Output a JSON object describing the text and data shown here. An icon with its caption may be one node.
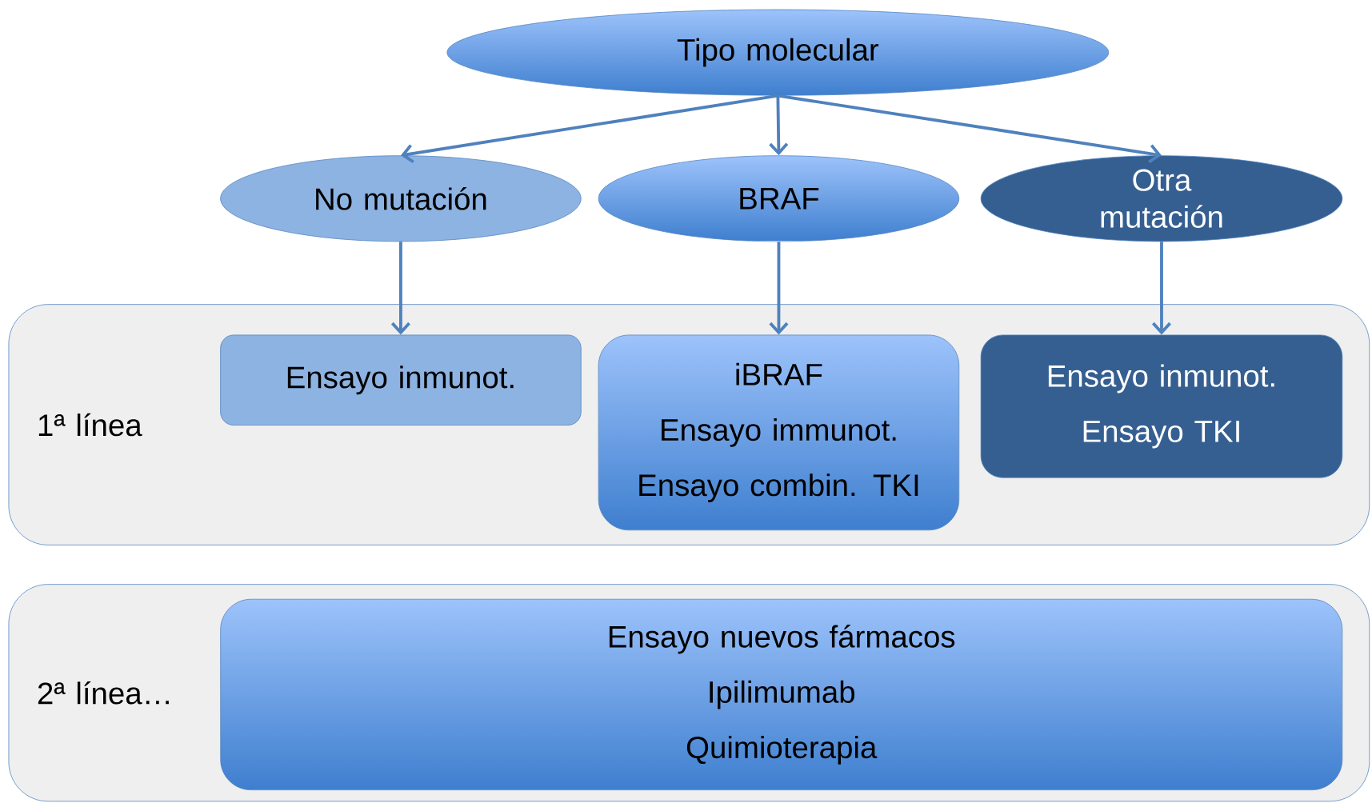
{
  "diagram": {
    "nodes": [
      {
        "text": [
          "Tipo molecular"
        ]
      },
      {
        "text": [
          "No mutación"
        ]
      },
      {
        "text": [
          "BRAF"
        ]
      },
      {
        "text": [
          "Otra mutación"
        ]
      },
      {
        "text": [
          "1ª línea"
        ]
      },
      {
        "text": [
          "Ensayo inmunot."
        ],
        "in": 4
      },
      {
        "text": [
          "iBRAF",
          "Ensayo immunot.",
          "Ensayo combin. TKI"
        ],
        "in": 4
      },
      {
        "text": [
          "Ensayo inmunot.",
          "Ensayo TKI"
        ],
        "in": 4
      },
      {
        "text": [
          "2ª línea…"
        ]
      },
      {
        "text": [
          "Ensayo nuevos fármacos",
          "Ipilimumab",
          "Quimioterapia"
        ],
        "in": 8
      }
    ],
    "edges": [
      {
        "from": 0,
        "to": 1,
        "arrow": "to"
      },
      {
        "from": 0,
        "to": 2,
        "arrow": "to"
      },
      {
        "from": 0,
        "to": 3,
        "arrow": "to"
      },
      {
        "from": 1,
        "to": 5,
        "arrow": "to"
      },
      {
        "from": 2,
        "to": 6,
        "arrow": "to"
      },
      {
        "from": 3,
        "to": 7,
        "arrow": "to"
      }
    ]
  }
}
